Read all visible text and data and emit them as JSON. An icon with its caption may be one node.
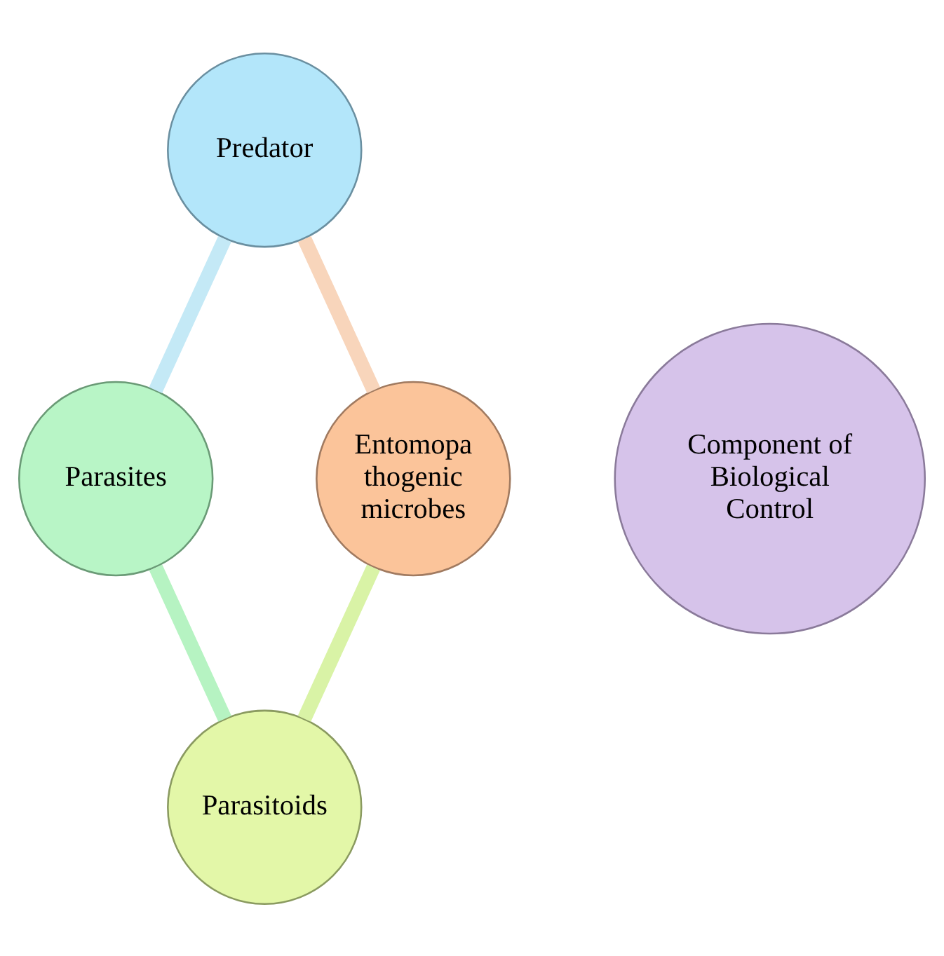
{
  "diagram": {
    "nodes": [
      {
        "text": [
          "Predator"
        ]
      },
      {
        "text": [
          "Entomopa thogenic microbes"
        ]
      },
      {
        "text": [
          "Component of Biological Control"
        ]
      },
      {
        "text": [
          "Parasites"
        ]
      },
      {
        "text": [
          "Parasitoids"
        ]
      }
    ],
    "edges": [
      {
        "from": 0,
        "to": 3,
        "arrow": "none",
        "color": "#c4e9f6"
      },
      {
        "from": 3,
        "to": 4,
        "arrow": "none",
        "color": "#b6f3c2"
      },
      {
        "from": 4,
        "to": 1,
        "arrow": "none",
        "color": "#d9f3a6"
      },
      {
        "from": 1,
        "to": 0,
        "arrow": "none",
        "color": "#f8d5bb"
      }
    ]
  }
}
